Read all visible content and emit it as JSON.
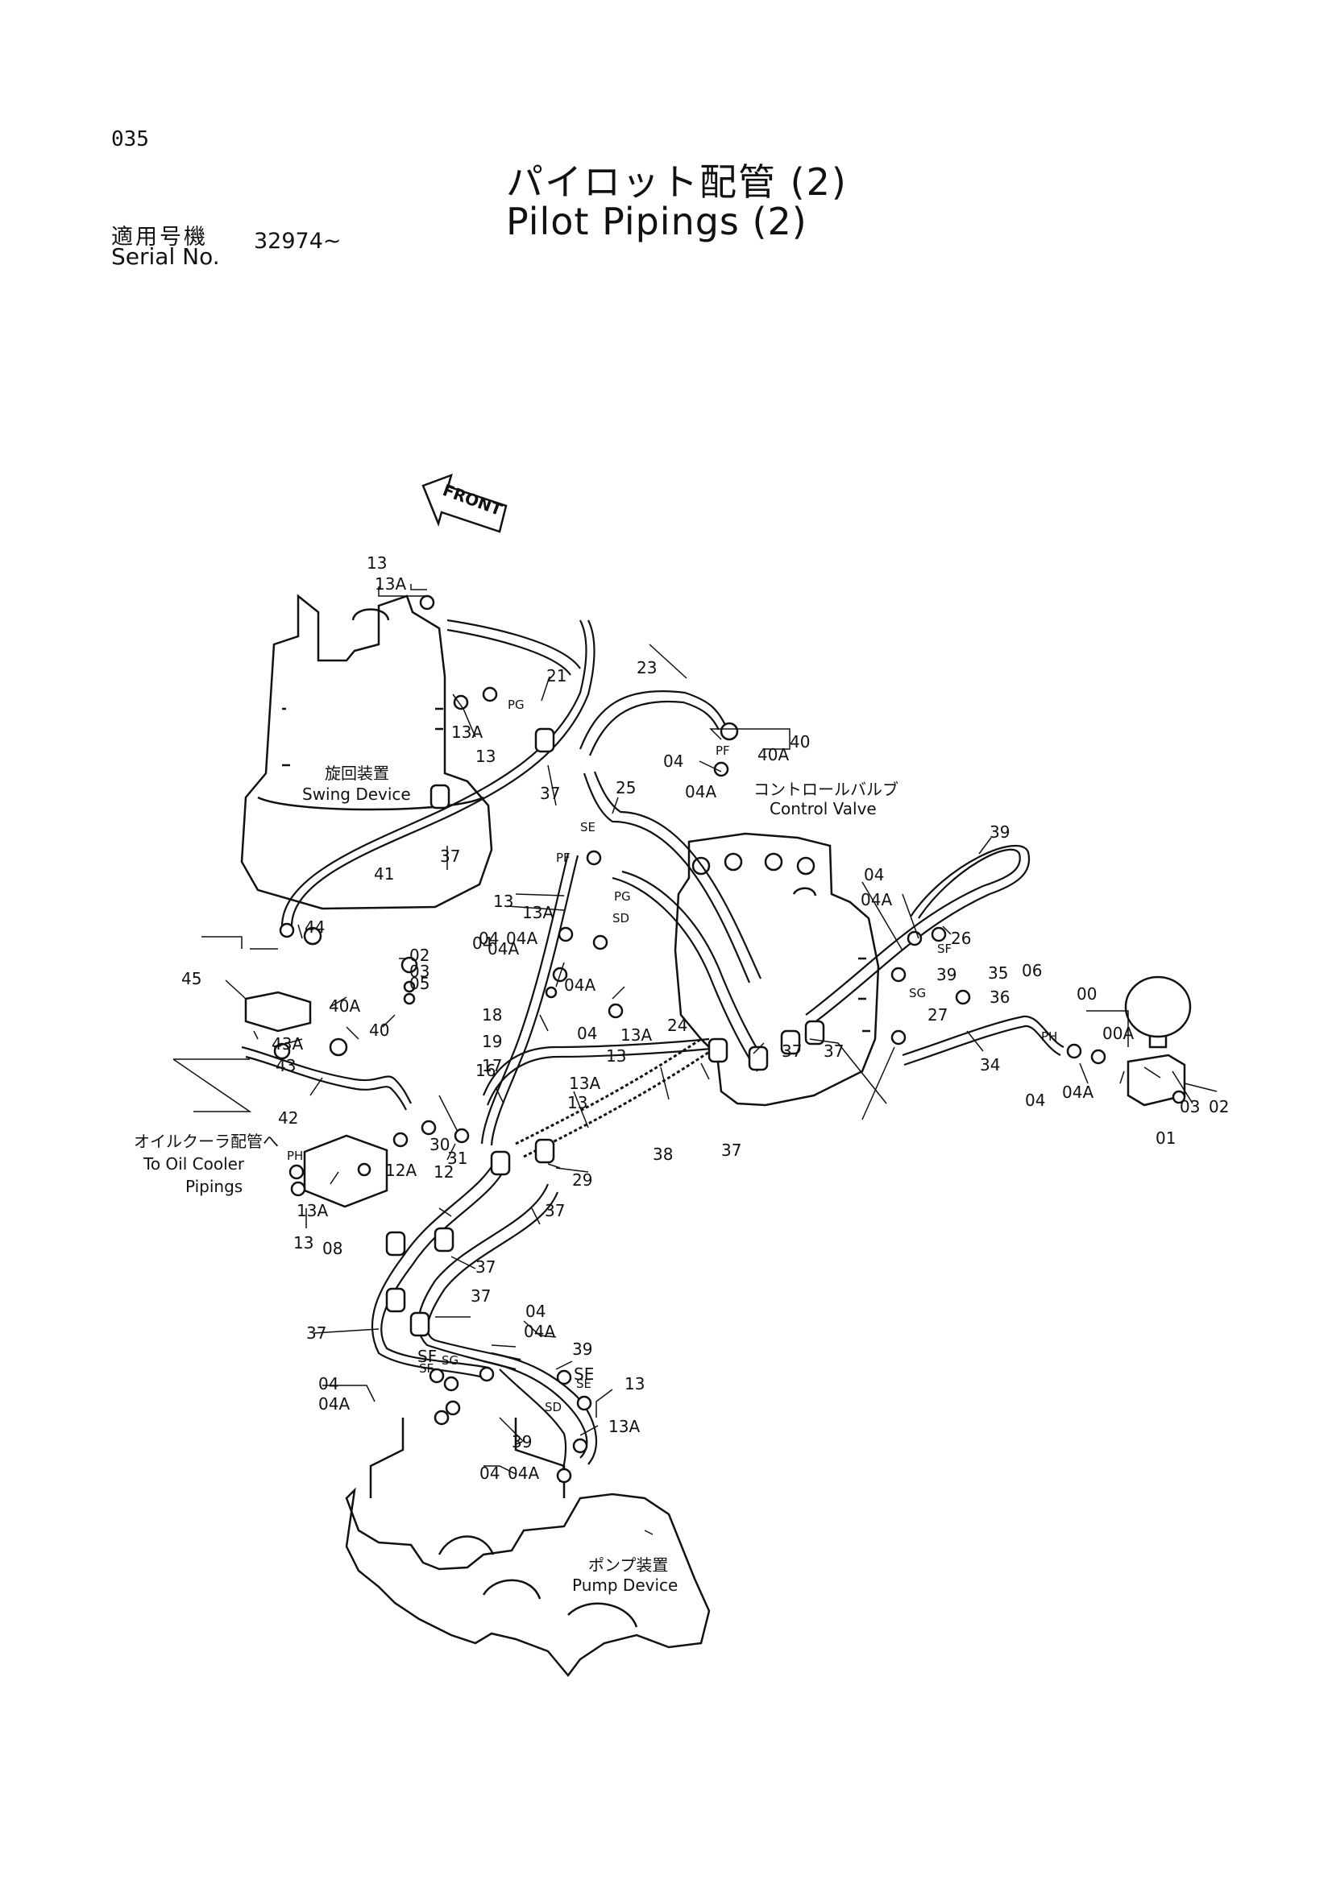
{
  "page_number": "035",
  "title_jp": "パイロット配管 (2)",
  "title_en": "Pilot Pipings (2)",
  "serial_label_jp": "適用号機",
  "serial_label_en": "Serial No.",
  "serial_value": "32974~",
  "front_label": "FRONT",
  "labels": {
    "swing_device_jp": "旋回装置",
    "swing_device_en": "Swing Device",
    "control_valve_jp": "コントロールバルブ",
    "control_valve_en": "Control Valve",
    "oil_cooler_jp": "オイルクーラ配管へ",
    "oil_cooler_en_1": "To Oil Cooler",
    "oil_cooler_en_2": "Pipings",
    "pump_device_jp": "ポンプ装置",
    "pump_device_en": "Pump Device"
  },
  "port_labels": [
    "PG",
    "PF",
    "SE",
    "PF",
    "PG",
    "SD",
    "SF",
    "SG",
    "PH",
    "PH",
    "SG",
    "SF",
    "SE",
    "SD"
  ],
  "callouts": [
    "13",
    "13A",
    "21",
    "23",
    "40",
    "40A",
    "04",
    "04A",
    "13A",
    "13",
    "37",
    "25",
    "37",
    "41",
    "39",
    "04",
    "04A",
    "26",
    "13",
    "13A",
    "04",
    "04A",
    "44",
    "02",
    "03",
    "05",
    "18",
    "19",
    "04A",
    "24",
    "39",
    "27",
    "35",
    "36",
    "06",
    "00",
    "00A",
    "04",
    "04A",
    "45",
    "40A",
    "40",
    "17",
    "04",
    "13A",
    "13",
    "37",
    "37",
    "34",
    "43A",
    "43",
    "16",
    "04",
    "04A",
    "02",
    "03",
    "01",
    "42",
    "30",
    "31",
    "12A",
    "12",
    "38",
    "13A",
    "13",
    "37",
    "29",
    "37",
    "13A",
    "13",
    "08",
    "37",
    "37",
    "37",
    "04",
    "04A",
    "39",
    "13",
    "SF",
    "04",
    "04A",
    "SE",
    "13A",
    "39",
    "04",
    "04A"
  ]
}
